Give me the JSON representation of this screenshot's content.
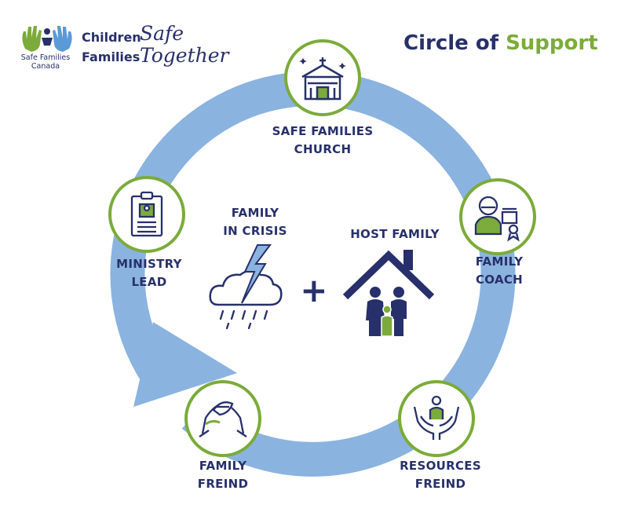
{
  "logo": {
    "brand": "Safe Families Canada",
    "word1": "Children",
    "script1": "Safe",
    "word2": "Families",
    "script2": "Together"
  },
  "title": {
    "main": "Circle of",
    "accent": "Support"
  },
  "colors": {
    "navy": "#27306b",
    "green": "#7bab3a",
    "ring": "#8bb3e0",
    "logo_green": "#7bab3a",
    "logo_blue": "#5a9ad6"
  },
  "nodes": [
    {
      "id": "church",
      "line1": "SAFE FAMILIES",
      "line2": "CHURCH",
      "icon": "church-icon"
    },
    {
      "id": "coach",
      "line1": "FAMILY",
      "line2": "COACH",
      "icon": "coach-icon"
    },
    {
      "id": "resources",
      "line1": "RESOURCES",
      "line2": "FREIND",
      "icon": "hands-person-icon"
    },
    {
      "id": "friend",
      "line1": "FAMILY",
      "line2": "FREIND",
      "icon": "handshake-icon"
    },
    {
      "id": "ministry",
      "line1": "MINISTRY",
      "line2": "LEAD",
      "icon": "clipboard-icon"
    }
  ],
  "center": {
    "crisis_line1": "FAMILY",
    "crisis_line2": "IN CRISIS",
    "crisis_icon": "storm-cloud-icon",
    "plus": "+",
    "host_label": "HOST FAMILY",
    "host_icon": "house-family-icon"
  }
}
